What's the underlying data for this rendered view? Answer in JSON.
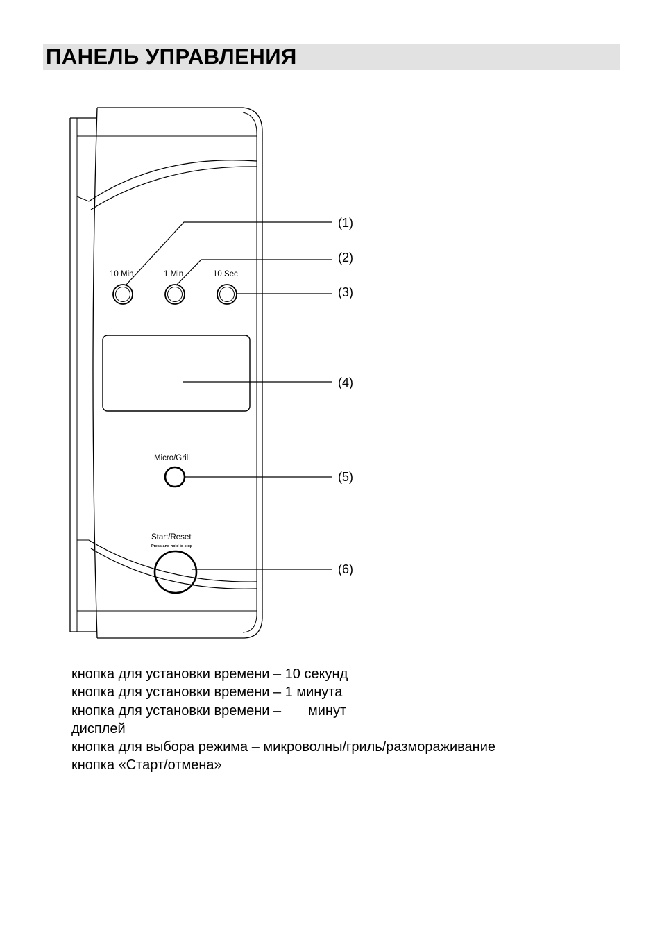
{
  "title": "ПАНЕЛЬ УПРАВЛЕНИЯ",
  "panel": {
    "button_labels": {
      "ten_min": "10 Min",
      "one_min": "1 Min",
      "ten_sec": "10 Sec",
      "micro_grill": "Micro/Grill",
      "start_reset": "Start/Reset",
      "start_reset_sub": "Press and hold to stop"
    },
    "callouts": [
      "(1)",
      "(2)",
      "(3)",
      "(4)",
      "(5)",
      "(6)"
    ]
  },
  "descriptions": [
    "кнопка для установки времени – 10 секунд",
    "кнопка для установки времени – 1 минута",
    "кнопка для установки времени –       минут",
    "дисплей",
    "кнопка для выбора режима – микроволны/гриль/размораживание",
    "кнопка «Старт/отмена»"
  ]
}
